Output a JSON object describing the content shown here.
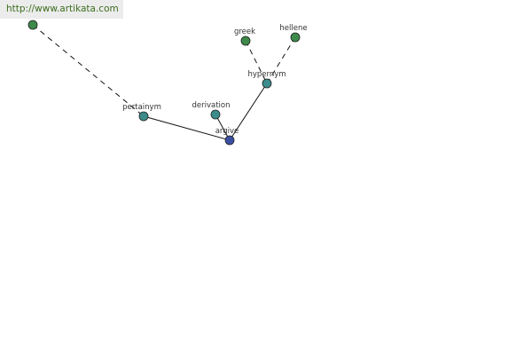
{
  "header": {
    "url_text": "http://www.artikata.com"
  },
  "colors": {
    "url_text": "#3c6e1e",
    "url_bg": "#ececec",
    "leaf_node": "#3d8a4a",
    "relation_node": "#3d8c8c",
    "center_node": "#3b4fa0",
    "node_stroke": "#1f1f1f",
    "edge": "#111111",
    "label": "#333333"
  },
  "graph": {
    "center": "argive",
    "nodes": [
      {
        "id": "origin",
        "label": "",
        "kind": "leaf"
      },
      {
        "id": "pertainym",
        "label": "pertainym",
        "kind": "relation"
      },
      {
        "id": "derivation",
        "label": "derivation",
        "kind": "relation"
      },
      {
        "id": "argive",
        "label": "argive",
        "kind": "center"
      },
      {
        "id": "hypernym",
        "label": "hypernym",
        "kind": "relation"
      },
      {
        "id": "greek",
        "label": "greek",
        "kind": "leaf"
      },
      {
        "id": "hellene",
        "label": "hellene",
        "kind": "leaf"
      }
    ],
    "edges": [
      {
        "from": "origin",
        "to": "pertainym",
        "style": "dashed"
      },
      {
        "from": "pertainym",
        "to": "argive",
        "style": "solid"
      },
      {
        "from": "derivation",
        "to": "argive",
        "style": "solid"
      },
      {
        "from": "hypernym",
        "to": "argive",
        "style": "solid"
      },
      {
        "from": "greek",
        "to": "hypernym",
        "style": "dashed"
      },
      {
        "from": "hellene",
        "to": "hypernym",
        "style": "dashed"
      }
    ]
  }
}
